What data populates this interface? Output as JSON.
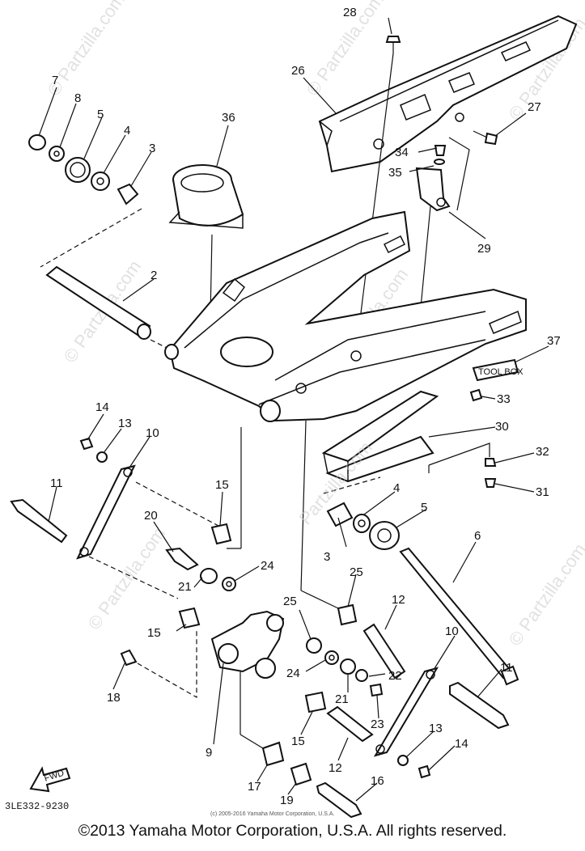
{
  "diagram": {
    "code": "3LE332-9230",
    "fwd_label": "FWD",
    "tool_box_label": "TOOL BOX",
    "callouts": [
      {
        "id": "c28",
        "label": "28"
      },
      {
        "id": "c26",
        "label": "26"
      },
      {
        "id": "c27",
        "label": "27"
      },
      {
        "id": "c34",
        "label": "34"
      },
      {
        "id": "c35",
        "label": "35"
      },
      {
        "id": "c29",
        "label": "29"
      },
      {
        "id": "c36",
        "label": "36"
      },
      {
        "id": "c7",
        "label": "7"
      },
      {
        "id": "c8",
        "label": "8"
      },
      {
        "id": "c5a",
        "label": "5"
      },
      {
        "id": "c4a",
        "label": "4"
      },
      {
        "id": "c3a",
        "label": "3"
      },
      {
        "id": "c2",
        "label": "2"
      },
      {
        "id": "c37",
        "label": "37"
      },
      {
        "id": "c33",
        "label": "33"
      },
      {
        "id": "c14a",
        "label": "14"
      },
      {
        "id": "c13a",
        "label": "13"
      },
      {
        "id": "c10a",
        "label": "10"
      },
      {
        "id": "c30",
        "label": "30"
      },
      {
        "id": "c32",
        "label": "32"
      },
      {
        "id": "c31",
        "label": "31"
      },
      {
        "id": "c11a",
        "label": "11"
      },
      {
        "id": "c15a",
        "label": "15"
      },
      {
        "id": "c20",
        "label": "20"
      },
      {
        "id": "c4b",
        "label": "4"
      },
      {
        "id": "c5b",
        "label": "5"
      },
      {
        "id": "c6",
        "label": "6"
      },
      {
        "id": "c3b",
        "label": "3"
      },
      {
        "id": "c21a",
        "label": "21"
      },
      {
        "id": "c24a",
        "label": "24"
      },
      {
        "id": "c25a",
        "label": "25"
      },
      {
        "id": "c25b",
        "label": "25"
      },
      {
        "id": "c12a",
        "label": "12"
      },
      {
        "id": "c15b",
        "label": "15"
      },
      {
        "id": "c10b",
        "label": "10"
      },
      {
        "id": "c11b",
        "label": "11"
      },
      {
        "id": "c18",
        "label": "18"
      },
      {
        "id": "c24b",
        "label": "24"
      },
      {
        "id": "c22",
        "label": "22"
      },
      {
        "id": "c21b",
        "label": "21"
      },
      {
        "id": "c23",
        "label": "23"
      },
      {
        "id": "c9",
        "label": "9"
      },
      {
        "id": "c15c",
        "label": "15"
      },
      {
        "id": "c13b",
        "label": "13"
      },
      {
        "id": "c14b",
        "label": "14"
      },
      {
        "id": "c12b",
        "label": "12"
      },
      {
        "id": "c17",
        "label": "17"
      },
      {
        "id": "c19",
        "label": "19"
      },
      {
        "id": "c16",
        "label": "16"
      }
    ]
  },
  "watermarks": {
    "site": "© Partzilla.com",
    "site_short": "Partzilla.com"
  },
  "footer": {
    "small_copyright": "(c) 2005-2016 Yamaha Motor Corporation, U.S.A.",
    "copyright": "©2013 Yamaha Motor Corporation, U.S.A. All rights reserved."
  }
}
